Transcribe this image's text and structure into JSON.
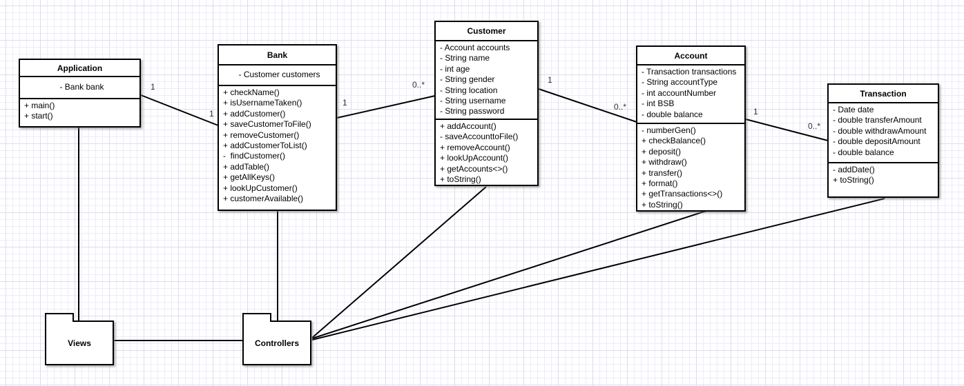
{
  "classes": [
    {
      "name": "Application",
      "attributes": [
        "- Bank bank"
      ],
      "methods": [
        "+ main()",
        "+ start()"
      ]
    },
    {
      "name": "Bank",
      "attributes": [
        "- Customer customers"
      ],
      "methods": [
        "+ checkName()",
        "+ isUsernameTaken()",
        "+ addCustomer()",
        "+ saveCustomerToFile()",
        "+ removeCustomer()",
        "+ addCustomerToList()",
        "-  findCustomer()",
        "+ addTable()",
        "+ getAllKeys()",
        "+ lookUpCustomer()",
        "+ customerAvailable()"
      ]
    },
    {
      "name": "Customer",
      "attributes": [
        "- Account accounts",
        "- String name",
        "- int age",
        "- String gender",
        "- String location",
        "- String username",
        "- String password"
      ],
      "methods": [
        "+ addAccount()",
        "- saveAccounttoFile()",
        "+ removeAccount()",
        "+ lookUpAccount()",
        "+ getAccounts<>()",
        "+ toString()"
      ]
    },
    {
      "name": "Account",
      "attributes": [
        "- Transaction transactions",
        "- String accountType",
        "- int accountNumber",
        "- int BSB",
        "- double balance"
      ],
      "methods": [
        "- numberGen()",
        "+ checkBalance()",
        "+ deposit()",
        "+ withdraw()",
        "+ transfer()",
        "+ format()",
        "+ getTransactions<>()",
        "+ toString()"
      ]
    },
    {
      "name": "Transaction",
      "attributes": [
        "- Date date",
        "- double transferAmount",
        "- double withdrawAmount",
        "- double depositAmount",
        "- double balance"
      ],
      "methods": [
        "- addDate()",
        "+ toString()"
      ]
    }
  ],
  "packages": [
    {
      "label": "Views"
    },
    {
      "label": "Controllers"
    }
  ],
  "edge_labels": {
    "app_bank_source": "1",
    "app_bank_target": "1",
    "bank_customer_source": "1",
    "bank_customer_target": "0..*",
    "customer_account_source": "1",
    "customer_account_target": "0..*",
    "account_transaction_source": "1",
    "account_transaction_target": "0..*"
  },
  "colors": {
    "stroke": "#000000",
    "grid_minor": "#ececf9",
    "grid_major": "#dcdcf0",
    "label": "#2e2e3a"
  }
}
